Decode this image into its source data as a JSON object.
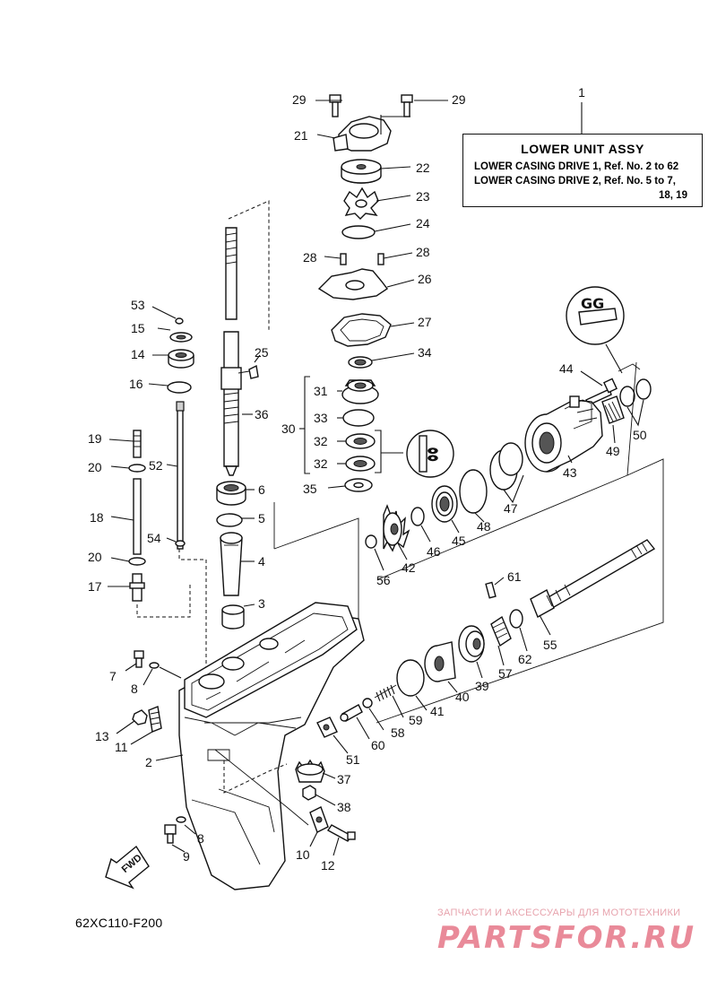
{
  "assembly": {
    "ref_no": "1",
    "title": "LOWER UNIT ASSY",
    "row1": "LOWER CASING DRIVE 1,  Ref. No. 2 to 62",
    "row2": "LOWER CASING DRIVE 2,  Ref. No. 5 to 7,",
    "row3": "18, 19"
  },
  "diagram_code": "62XC110-F200",
  "fwd_label": "FWD",
  "watermark": {
    "subtitle": "ЗАПЧАСТИ И АКСЕССУАРЫ ДЛЯ МОТОТЕХНИКИ",
    "logo": "PARTSFOR.RU"
  },
  "callouts": {
    "c29a": "29",
    "c29b": "29",
    "c21": "21",
    "c22": "22",
    "c23": "23",
    "c24": "24",
    "c28a": "28",
    "c28b": "28",
    "c26": "26",
    "c27": "27",
    "c34": "34",
    "c31": "31",
    "c33": "33",
    "c30": "30",
    "c32a": "32",
    "c32b": "32",
    "c35": "35",
    "c53": "53",
    "c15": "15",
    "c14": "14",
    "c16": "16",
    "c25": "25",
    "c36": "36",
    "c19": "19",
    "c20a": "20",
    "c52": "52",
    "c18": "18",
    "c54": "54",
    "c20b": "20",
    "c17": "17",
    "c6": "6",
    "c5": "5",
    "c4": "4",
    "c3": "3",
    "c44": "44",
    "c49": "49",
    "c50": "50",
    "c43": "43",
    "c47": "47",
    "c48": "48",
    "c45": "45",
    "c46": "46",
    "c42": "42",
    "c56": "56",
    "c61": "61",
    "c55": "55",
    "c62": "62",
    "c57": "57",
    "c39": "39",
    "c40": "40",
    "c41": "41",
    "c59": "59",
    "c58": "58",
    "c60": "60",
    "c51": "51",
    "c37": "37",
    "c38": "38",
    "c7": "7",
    "c8a": "8",
    "c13": "13",
    "c11": "11",
    "c2": "2",
    "c8b": "8",
    "c9": "9",
    "c10": "10",
    "c12": "12"
  }
}
